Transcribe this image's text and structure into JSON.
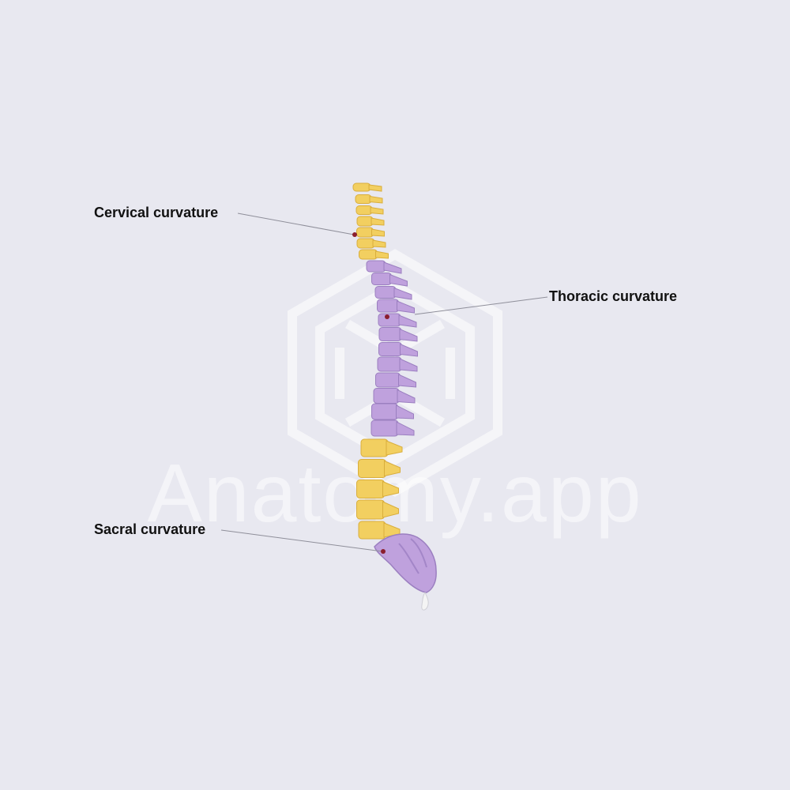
{
  "labels": {
    "cervical": "Cervical curvature",
    "thoracic": "Thoracic curvature",
    "sacral": "Sacral curvature"
  },
  "watermark": "Anatomy.app",
  "colors": {
    "background": "#e8e8f0",
    "cervical_lumbar": "#f2cf60",
    "thoracic_sacral": "#bfa1dd",
    "coccyx": "#f4f4f4",
    "marker": "#8b1f2e",
    "leader_line": "#8f8f9a"
  }
}
